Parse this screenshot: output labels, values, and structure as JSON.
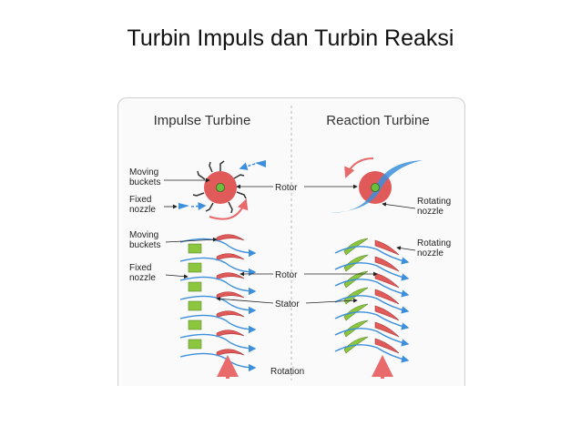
{
  "slide": {
    "title": "Turbin Impuls dan Turbin Reaksi"
  },
  "diagram": {
    "impulse_title": "Impulse Turbine",
    "reaction_title": "Reaction Turbine",
    "labels": {
      "moving_buckets_1": "Moving",
      "moving_buckets_2": "buckets",
      "fixed_nozzle_1": "Fixed",
      "fixed_nozzle_2": "nozzle",
      "rotor": "Rotor",
      "stator": "Stator",
      "rotation": "Rotation",
      "rotating_nozzle_1": "Rotating",
      "rotating_nozzle_2": "nozzle"
    },
    "colors": {
      "rotor_red": "#e05a5a",
      "stator_green": "#8cc63f",
      "flow_blue": "#3c8fdc",
      "arrow_red": "#e86a6a",
      "hub_green": "#6cbf3c"
    }
  }
}
